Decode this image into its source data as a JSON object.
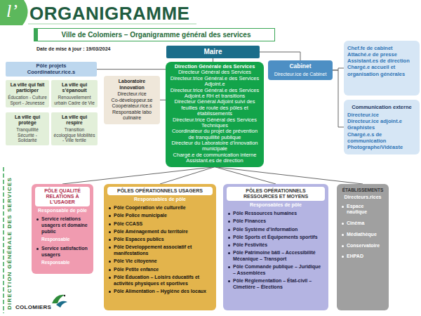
{
  "diagram": {
    "title": "ORGANIGRAMME",
    "nodes": [
      {
        "text": [
          "Ville de Colomiers – Organigramme général des services"
        ]
      },
      {
        "text": [
          "Maire"
        ]
      },
      {
        "text": [
          "Cabinet",
          "Directeur.ice de Cabinet"
        ]
      },
      {
        "text": [
          "Chef.fe de cabinet",
          "Attaché.e de presse",
          "Assistant.es de direction",
          "Chargé.e accueil et organisation générales"
        ]
      },
      {
        "text": [
          "Communication externe",
          "Directeur.ice",
          "Directeur.ice adjoint.e",
          "Graphistes",
          "Chargé.e.s de communication",
          "Photographe/Vidéaste"
        ]
      },
      {
        "text": [
          "Pôle projets",
          "Coordinateur.rice.s"
        ]
      },
      {
        "text": [
          "La ville qui fait participer",
          "Éducation - Culture Sport - Jeunesse"
        ]
      },
      {
        "text": [
          "La ville qui s’épanouit",
          "Renouvellement urbain Cadre de Vie"
        ]
      },
      {
        "text": [
          "La ville qui protège",
          "Tranquillité Sécurité - Solidarité"
        ]
      },
      {
        "text": [
          "La ville qui respire",
          "Transition écologique Mobilités - Ville fertile"
        ]
      },
      {
        "text": [
          "Laboratoire Innovation",
          "Directeur.rice",
          "Co-développeur.se",
          "Coopérateur.rice.s",
          "Responsable labo culinaire"
        ]
      },
      {
        "text": [
          "Direction Générale des Services",
          "Directeur Général des Services",
          "Directeur.trice Général.e des Services Adjoint.e",
          "Directeur.trice Général.e des Services Adjoint.e RH et transitions",
          "Directeur Général Adjoint suivi des feuilles de route des pôles et établissements",
          "Directeur.trice Général des Services Techniques",
          "Coordinateur du projet de prévention de tranquillité publique",
          "Directeur du Laboratoire d’innovation municipale",
          "Chargé.e de communication interne",
          "Assistant.es de direction"
        ]
      },
      {
        "text": [
          "PÔLE QUALITÉ RELATIONS À L’USAGER",
          "Responsable de pôle",
          "Service relations usagers et domaine public",
          "Responsable",
          "Service satisfaction usagers",
          "Responsable"
        ]
      },
      {
        "text": [
          "PÔLES OPÉRATIONNELS USAGERS",
          "Responsables de pôle",
          "Pôle Coopération vie culturelle",
          "Pôle Police municipale",
          "Pôle CCASS",
          "Pôle Aménagement du territoire",
          "Pôle Espaces publics",
          "Pôle Développement associatif et manifestations",
          "Pôle Vie citoyenne",
          "Pôle Petite enfance",
          "Pôle Éducation – Loisirs éducatifs et activités physiques et sportives",
          "Pôle Alimentation – Hygiène des locaux"
        ]
      },
      {
        "text": [
          "PÔLES OPÉRATIONNELS RESSOURCES ET MOYENS",
          "Responsables de pôle",
          "Pôle Ressources humaines",
          "Pôle Finances",
          "Pôle Système d’information",
          "Pôle Sports et Équipements sportifs",
          "Pôle Festivités",
          "Pôle Patrimoine bâti – Accessibilité Mécanique – Transport",
          "Pôle Commande publique – Juridique – Assemblées",
          "Pôle Réglementation – État-civil – Cimetière – Élections"
        ]
      },
      {
        "text": [
          "ÉTABLISSEMENTS",
          "Directeurs.rices",
          "Espace nautique",
          "Cinéma",
          "Médiathèque",
          "Conservatoire",
          "EHPAD"
        ]
      }
    ],
    "edges": [
      {
        "from": 1,
        "to": 11,
        "arrow": "none"
      },
      {
        "from": 1,
        "to": 2,
        "arrow": "none"
      },
      {
        "from": 2,
        "to": 3,
        "arrow": "none"
      },
      {
        "from": 2,
        "to": 4,
        "arrow": "none"
      },
      {
        "from": 5,
        "to": 11,
        "arrow": "none"
      },
      {
        "from": 10,
        "to": 11,
        "arrow": "none"
      },
      {
        "from": 11,
        "to": 12,
        "arrow": "none"
      },
      {
        "from": 11,
        "to": 13,
        "arrow": "none"
      },
      {
        "from": 11,
        "to": 14,
        "arrow": "none"
      },
      {
        "from": 11,
        "to": 15,
        "arrow": "none"
      }
    ],
    "labels": [
      "l’",
      "Date de mise à jour : 19/03/2024",
      "DIRECTION GÉNÉRALE DES SERVICES",
      "COLOMIERS"
    ]
  }
}
